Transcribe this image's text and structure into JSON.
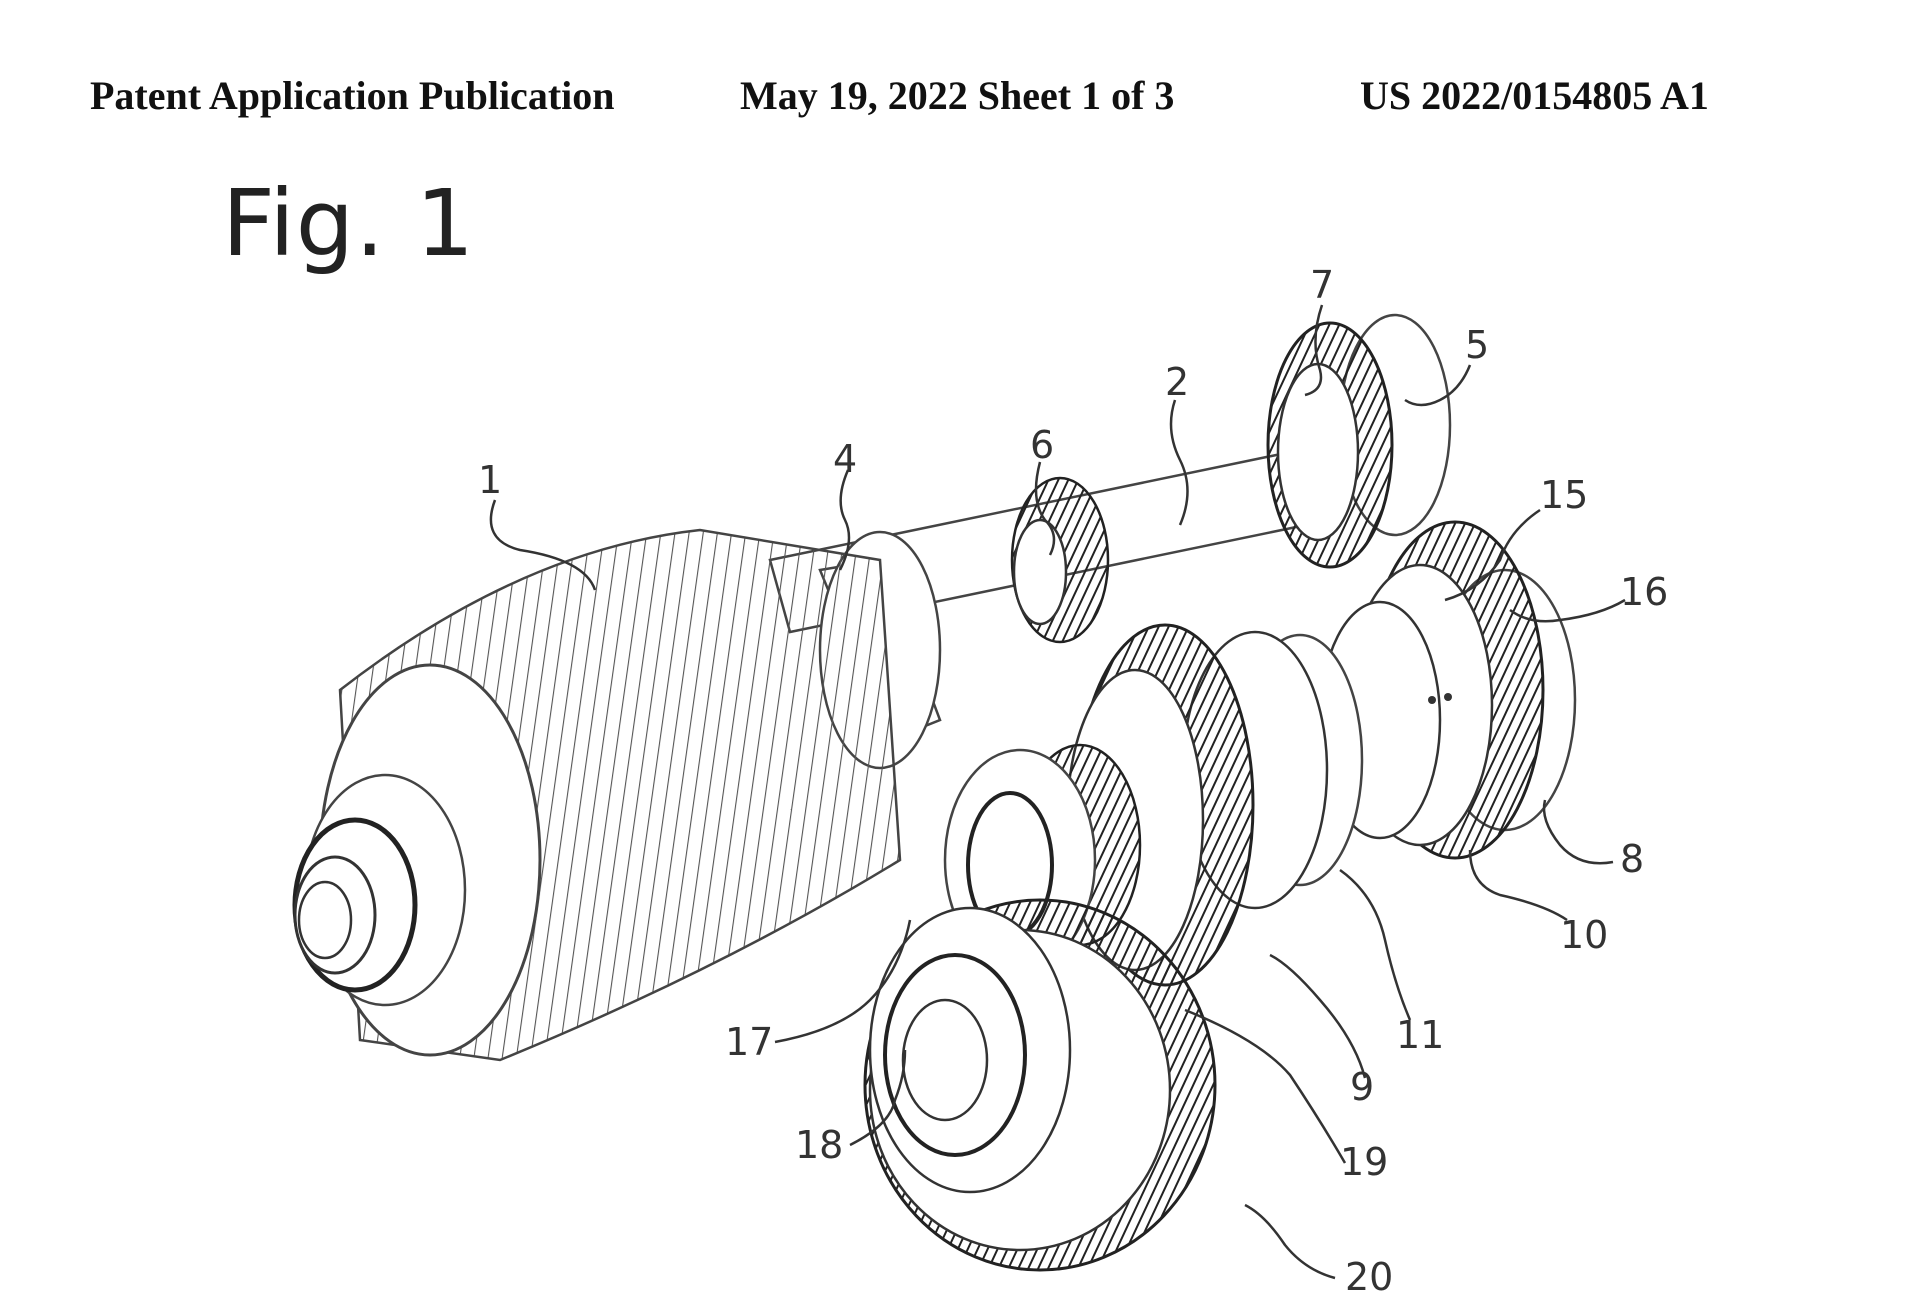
{
  "header": {
    "left": "Patent Application Publication",
    "middle": "May 19, 2022  Sheet 1 of 3",
    "right": "US 2022/0154805 A1"
  },
  "figure": {
    "title": "Fig. 1",
    "refs": {
      "r1": "1",
      "r2": "2",
      "r4": "4",
      "r5": "5",
      "r6": "6",
      "r7": "7",
      "r8": "8",
      "r9": "9",
      "r10": "10",
      "r11": "11",
      "r15": "15",
      "r16": "16",
      "r17": "17",
      "r18": "18",
      "r19": "19",
      "r20": "20"
    }
  }
}
